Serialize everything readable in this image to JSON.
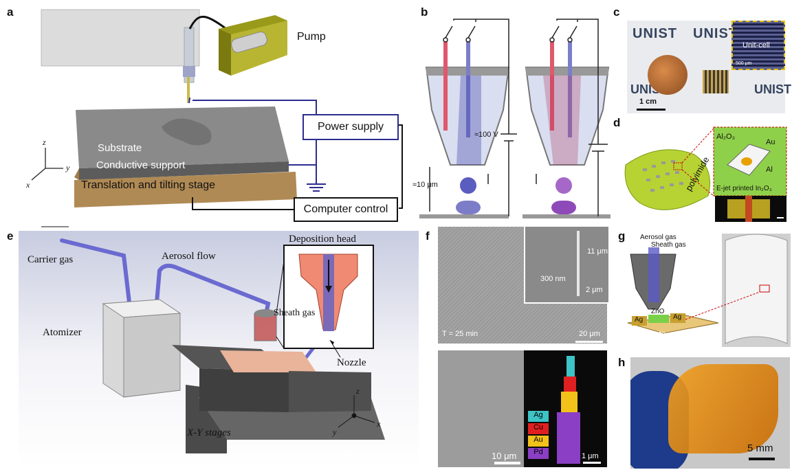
{
  "panels": {
    "a": {
      "letter": "a",
      "pump": "Pump",
      "power_supply": "Power supply",
      "substrate": "Substrate",
      "conductive_support": "Conductive support",
      "stage": "Translation and tilting stage",
      "computer_control": "Computer control",
      "axes": {
        "z": "z",
        "y": "y",
        "x": "x"
      }
    },
    "b": {
      "letter": "b",
      "voltage": "≈100 V",
      "distance": "≈10 μm"
    },
    "c": {
      "letter": "c",
      "logo_text": "UNIST",
      "unit_cell": "Unit-cell",
      "scale_small": "500 μm",
      "scale": "1 cm"
    },
    "d": {
      "letter": "d",
      "al2o3": "Al₂O₃",
      "au": "Au",
      "al": "Al",
      "ejet": "E-jet printed In₂O₃",
      "polyimide": "polyimide"
    },
    "e": {
      "letter": "e",
      "deposition_head": "Deposition head",
      "carrier_gas": "Carrier gas",
      "aerosol_flow": "Aerosol flow",
      "sheath_gas": "Sheath gas",
      "atomizer": "Atomizer",
      "nozzle": "Nozzle",
      "stages": "X-Y stages",
      "axes": {
        "z": "z",
        "y": "y",
        "x": "x"
      }
    },
    "f": {
      "letter": "f",
      "height": "11 μm",
      "width": "300 nm",
      "inset_scale": "2 μm",
      "time": "T = 25 min",
      "top_scale": "20 μm",
      "bottom_scale": "10 μm",
      "eds_scale": "1 μm",
      "legend": [
        {
          "label": "Ag",
          "color": "#3ec3c6"
        },
        {
          "label": "Cu",
          "color": "#e02020"
        },
        {
          "label": "Au",
          "color": "#f2c21a"
        },
        {
          "label": "Pd",
          "color": "#8a3fc4"
        }
      ]
    },
    "g": {
      "letter": "g",
      "aerosol_gas": "Aerosol gas",
      "sheath_gas": "Sheath gas",
      "zno": "ZnO",
      "ag_left": "Ag",
      "ag_right": "Ag",
      "substrate": "Substrate"
    },
    "h": {
      "letter": "h",
      "scale": "5 mm"
    }
  }
}
